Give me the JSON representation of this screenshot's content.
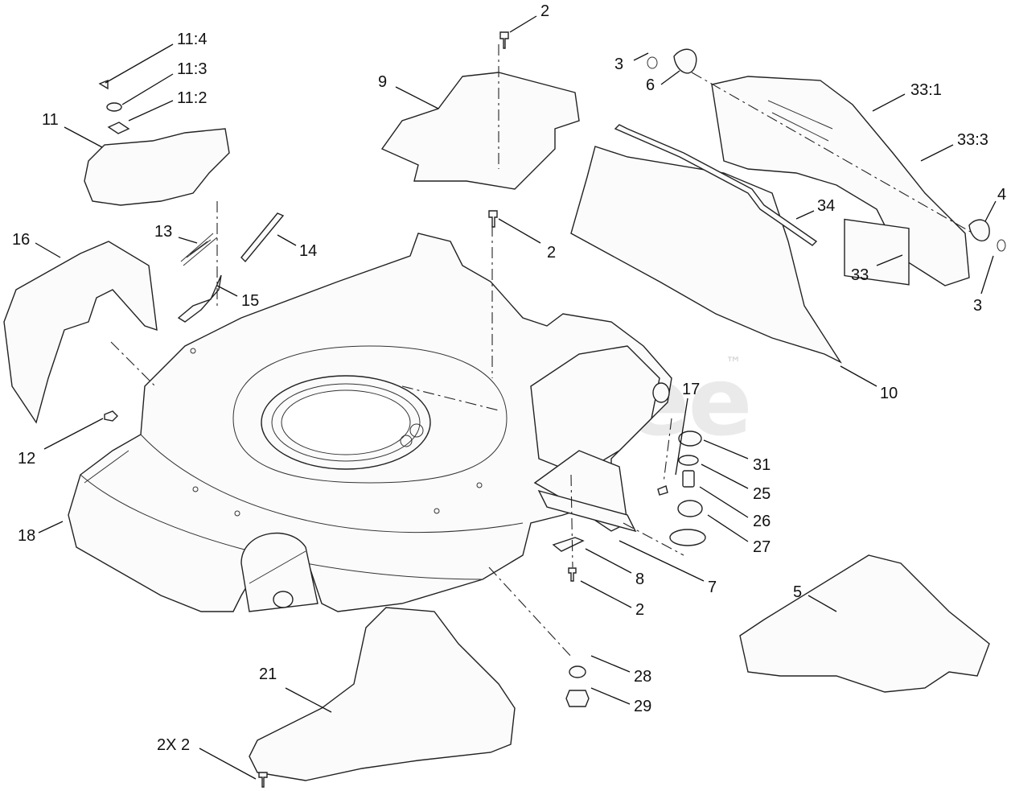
{
  "watermark": {
    "text": "PartsTree",
    "trademark": "™"
  },
  "callouts": {
    "c11_4": "11:4",
    "c11_3": "11:3",
    "c11_2": "11:2",
    "c11": "11",
    "c2_top": "2",
    "c9": "9",
    "c3_top": "3",
    "c6": "6",
    "c33_1": "33:1",
    "c33_3": "33:3",
    "c4": "4",
    "c34": "34",
    "c33": "33",
    "c3_right": "3",
    "c16": "16",
    "c13": "13",
    "c14": "14",
    "c2_mid": "2",
    "c15": "15",
    "c10": "10",
    "c17": "17",
    "c12": "12",
    "c31": "31",
    "c25": "25",
    "c26": "26",
    "c27": "27",
    "c18": "18",
    "c8": "8",
    "c7": "7",
    "c2_lower": "2",
    "c5": "5",
    "c21": "21",
    "c28": "28",
    "c29": "29",
    "c2x2": "2X 2"
  }
}
